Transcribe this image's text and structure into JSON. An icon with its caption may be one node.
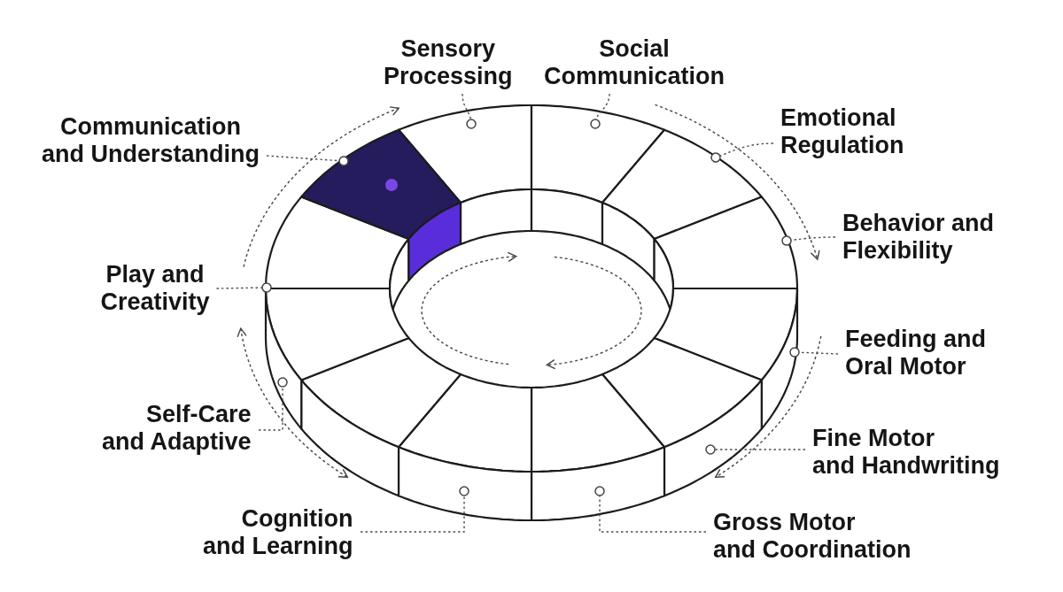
{
  "diagram": {
    "nodes": [
      {
        "text": [
          "Sensory Processing"
        ]
      },
      {
        "text": [
          "Social Communication"
        ]
      },
      {
        "text": [
          "Communication and Understanding"
        ]
      },
      {
        "text": [
          "Emotional Regulation"
        ]
      },
      {
        "text": [
          "Behavior and Flexibility"
        ]
      },
      {
        "text": [
          "Play and Creativity"
        ]
      },
      {
        "text": [
          "Feeding and Oral Motor"
        ]
      },
      {
        "text": [
          "Self-Care and Adaptive"
        ]
      },
      {
        "text": [
          "Fine Motor and Handwriting"
        ]
      },
      {
        "text": [
          "Cognition and Learning"
        ]
      },
      {
        "text": [
          "Gross Motor and Coordination"
        ]
      },
      {
        "text": [],
        "shape": "sector"
      },
      {
        "text": [],
        "shape": "sector"
      },
      {
        "text": [],
        "shape": "sector"
      },
      {
        "text": [],
        "shape": "sector"
      },
      {
        "text": [],
        "shape": "sector"
      },
      {
        "text": [],
        "shape": "sector"
      },
      {
        "text": [],
        "shape": "sector"
      },
      {
        "text": [],
        "shape": "sector"
      },
      {
        "text": [],
        "shape": "sector"
      },
      {
        "text": [],
        "shape": "sector"
      },
      {
        "text": [],
        "shape": "sector"
      },
      {
        "text": [],
        "shape": "sector"
      }
    ],
    "edges": [
      {
        "from": 0,
        "to": 11,
        "arrow": "other",
        "style": "dashed"
      },
      {
        "from": 1,
        "to": 12,
        "arrow": "other",
        "style": "dashed"
      },
      {
        "from": 2,
        "to": 22,
        "arrow": "other",
        "style": "dashed"
      },
      {
        "from": 3,
        "to": 13,
        "arrow": "other",
        "style": "dashed"
      },
      {
        "from": 4,
        "to": 14,
        "arrow": "other",
        "style": "dashed"
      },
      {
        "from": 5,
        "to": 21,
        "arrow": "other",
        "style": "dashed"
      },
      {
        "from": 6,
        "to": 15,
        "arrow": "other",
        "style": "dashed"
      },
      {
        "from": 7,
        "to": 20,
        "arrow": "other",
        "style": "dashed"
      },
      {
        "from": 8,
        "to": 16,
        "arrow": "other",
        "style": "dashed"
      },
      {
        "from": 9,
        "to": 18,
        "arrow": "other",
        "style": "dashed"
      },
      {
        "from": 10,
        "to": 17,
        "arrow": "other",
        "style": "dashed"
      }
    ]
  }
}
